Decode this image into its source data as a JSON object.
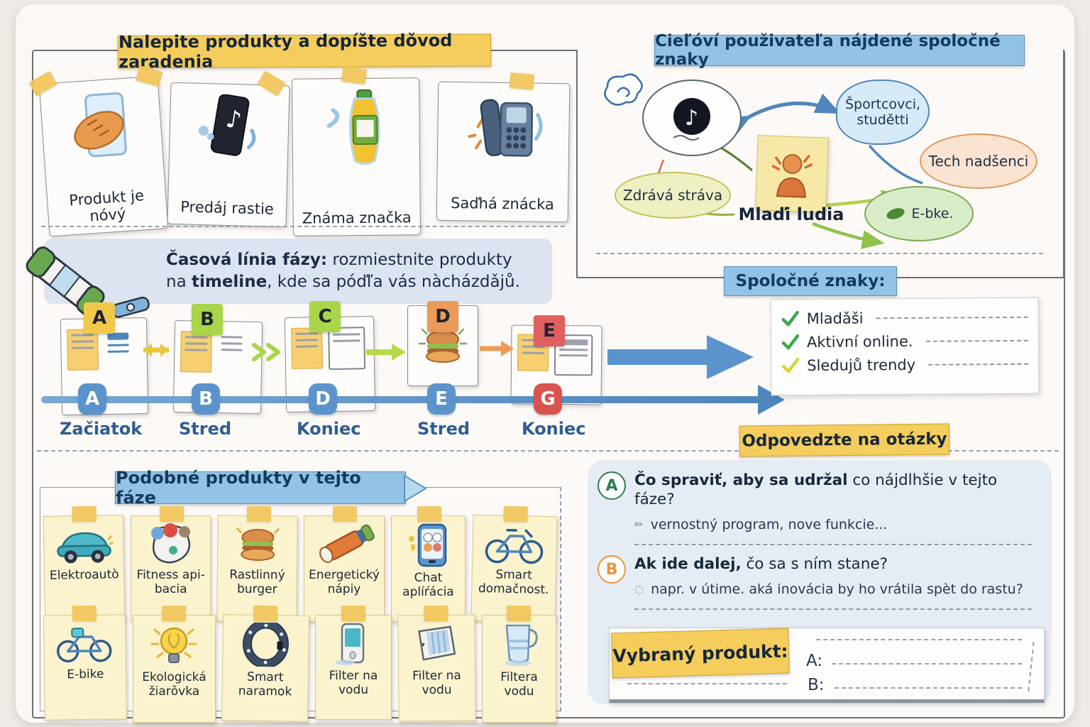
{
  "colors": {
    "accent_yellow": "#f4cd5d",
    "accent_blue": "#92c3e6",
    "timeline_blue": "#4e86bc",
    "marker_blue": "#5b94cc",
    "marker_red": "#d9534f",
    "check_green": "#3aa84c",
    "check_yellow": "#d9d435",
    "q_a_color": "#2e7d4f",
    "q_b_color": "#e8973a"
  },
  "top_left": {
    "title": "Nalepite produkty a dopíšte dǒvod zaradenia",
    "cards": [
      {
        "label": "Produkt je nóvý",
        "icon": "bread-phone-icon"
      },
      {
        "label": "Predáj rastie",
        "icon": "tiktok-phone-icon"
      },
      {
        "label": "Známa značka",
        "icon": "juice-bottle-icon"
      },
      {
        "label": "Saďhá znácka",
        "icon": "telephone-icon"
      }
    ]
  },
  "top_right": {
    "title": "Cieľóví použivateľa nájdené spoločné znaky",
    "center_label": "Mlaďi ludia",
    "center_icon": "person-icon",
    "bubbles": [
      {
        "label": "Športcovci, studětti",
        "color": "#d6eaf7",
        "icon": ""
      },
      {
        "label": "Tech nadšenci",
        "color": "#fae3d0",
        "icon": ""
      },
      {
        "label": "E-bke.",
        "color": "#d9ecc8",
        "icon": "leaf-icon"
      },
      {
        "label": "Zdrává stráva",
        "color": "#eff0c2",
        "icon": ""
      }
    ],
    "tiktok_bubble_icon": "tiktok-logo-icon"
  },
  "timeline_section": {
    "instruction_bold1": "Časová línia fázy:",
    "instruction_rest1": " rozmiestnite produkty",
    "instruction_rest2a": "na ",
    "instruction_bold2": "timeline",
    "instruction_rest2b": ", kde sa póďľa vás nàcházdǎjů.",
    "cards": [
      {
        "letter": "A",
        "tab_color": "#f2c84b",
        "icon": "note-lines"
      },
      {
        "letter": "B",
        "tab_color": "#a8d54a",
        "icon": "note-lines"
      },
      {
        "letter": "C",
        "tab_color": "#a8d54a",
        "icon": "note-lines"
      },
      {
        "letter": "D",
        "tab_color": "#eb9a57",
        "icon": "burger-icon"
      },
      {
        "letter": "E",
        "tab_color": "#e06060",
        "icon": "note-lines"
      }
    ],
    "markers": [
      {
        "letter": "A",
        "label": "Začiatok",
        "color": "#5b94cc"
      },
      {
        "letter": "B",
        "label": "Stred",
        "color": "#5b94cc"
      },
      {
        "letter": "D",
        "label": "Koniec",
        "color": "#5b94cc"
      },
      {
        "letter": "E",
        "label": "Stred",
        "color": "#5b94cc"
      },
      {
        "letter": "G",
        "label": "Koniec",
        "color": "#d9534f"
      }
    ]
  },
  "common_traits": {
    "title": "Spoločné znaky:",
    "items": [
      {
        "text": "Mladǎši",
        "check": "#3aa84c"
      },
      {
        "text": "Aktivní online.",
        "check": "#3aa84c"
      },
      {
        "text": "Sledujů trendy",
        "check": "#d9d435"
      }
    ]
  },
  "questions": {
    "banner": "Odpovedzte na otázky",
    "items": [
      {
        "letter": "A",
        "bold": "Čo spraviť, aby sa udržal",
        "rest": " co nájdlhšie v tejto fáze?",
        "hint": "vernostný program, nove funkcie...",
        "color": "#2e7d4f"
      },
      {
        "letter": "B",
        "bold": "Ak ide dalej,",
        "rest": " čo sa s ním stane?",
        "hint": "napr. v útime. aká inovácia by ho vrátila spèt do rastu?",
        "color": "#e8973a"
      }
    ]
  },
  "selected_product": {
    "label": "Vybraný produkt:",
    "line_a": "A:",
    "line_b": "B:"
  },
  "similar_products": {
    "title": "Podobné produkty v tejto fáze",
    "row1": [
      {
        "label": "Elektroautò",
        "icon": "car-icon"
      },
      {
        "label": "Fitness api- bacia",
        "icon": "fitness-app-icon"
      },
      {
        "label": "Rastlinný burger",
        "icon": "burger-icon"
      },
      {
        "label": "Energetický nápiy",
        "icon": "energy-drink-icon"
      },
      {
        "label": "Chat aplíŕácia",
        "icon": "chat-app-icon"
      },
      {
        "label": "Smart domačnost.",
        "icon": "bicycle-icon"
      }
    ],
    "row2": [
      {
        "label": "E-bike",
        "icon": "bicycle-icon"
      },
      {
        "label": "Ekologická žiarǒvka",
        "icon": "bulb-icon"
      },
      {
        "label": "Smart naramok",
        "icon": "smart-band-icon"
      },
      {
        "label": "Filter na vodu",
        "icon": "filter-device-icon"
      },
      {
        "label": "Filter na vodu",
        "icon": "filter-box-icon"
      },
      {
        "label": "Filtera vodu",
        "icon": "pitcher-icon"
      }
    ]
  }
}
